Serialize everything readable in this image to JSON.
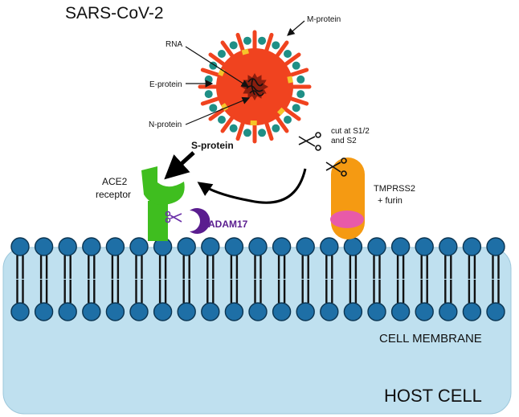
{
  "title": "SARS-CoV-2",
  "virus_labels": {
    "m_protein": "M-protein",
    "rna": "RNA",
    "e_protein": "E-protein",
    "n_protein": "N-protein",
    "s_protein": "S-protein"
  },
  "cleavage_label": {
    "line1": "cut at S1/2",
    "line2": "and S2"
  },
  "ace2_label": {
    "line1": "ACE2",
    "line2": "receptor"
  },
  "tmprss2_label": {
    "line1": "TMPRSS2",
    "line2": "+ furin"
  },
  "adam17_label": "ADAM17",
  "membrane_label": "CELL MEMBRANE",
  "host_label": "HOST CELL",
  "colors": {
    "virus_red": "#f0431f",
    "spike_tip": "#1f8f86",
    "e_protein": "#f5c52a",
    "rna_brown": "#8a1e0e",
    "ace2_green": "#3fbe1f",
    "adam17_purple": "#5a1d8f",
    "tmprss2_orange": "#f59a12",
    "tmprss2_pink": "#e85aa8",
    "lipid_head": "#1e6fa6",
    "cell_fill": "#bfe0ef"
  }
}
